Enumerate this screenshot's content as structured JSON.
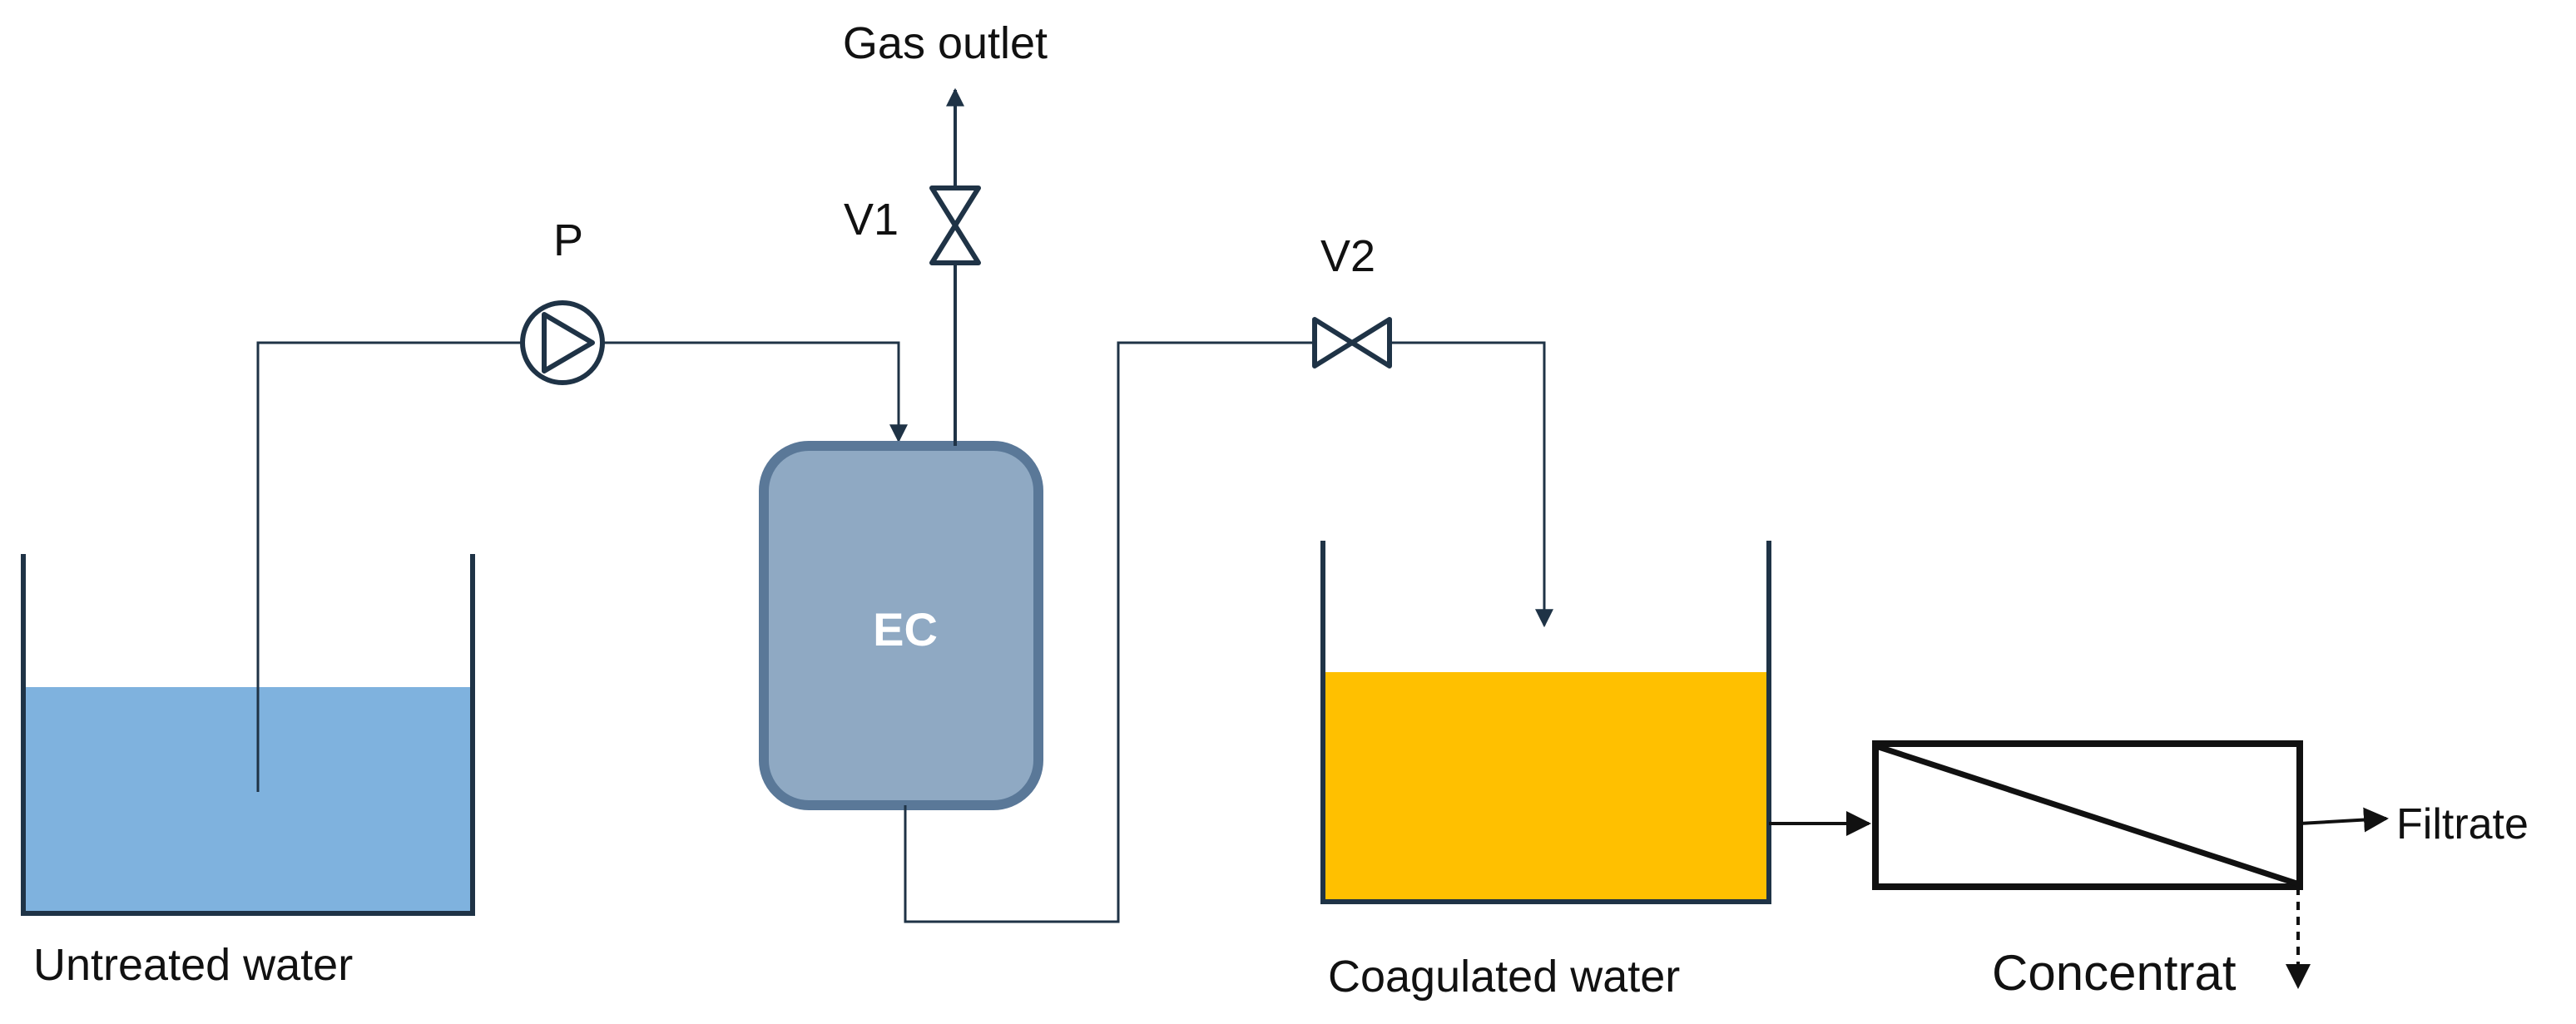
{
  "labels": {
    "gas_outlet": "Gas outlet",
    "v1": "V1",
    "v2": "V2",
    "pump": "P",
    "ec": "EC",
    "untreated_water": "Untreated water",
    "coagulated_water": "Coagulated water",
    "filtrate": "Filtrate",
    "concentrat": "Concentrat"
  },
  "colors": {
    "line": "#1f3346",
    "untreated_water_fill": "#7fb2de",
    "coagulated_water_fill": "#ffc000",
    "ec_fill": "#8fa9c3",
    "ec_border": "#5a7898"
  }
}
